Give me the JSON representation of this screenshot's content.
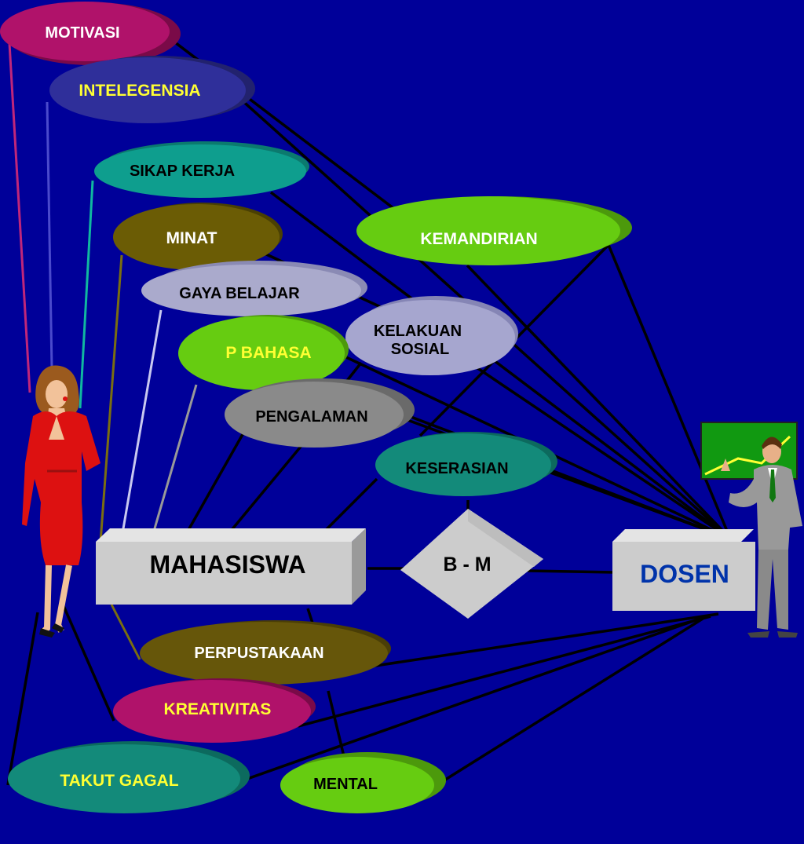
{
  "colors": {
    "background": "#000099",
    "connector": "#000000"
  },
  "nodes": {
    "motivasi": {
      "label": "MOTIVASI",
      "fill": "#b0126a",
      "text_color": "#ffffff"
    },
    "intelegensia": {
      "label": "INTELEGENSIA",
      "fill": "#2f2f9a",
      "text_color": "#ffff33"
    },
    "sikap_kerja": {
      "label": "SIKAP KERJA",
      "fill": "#0e9e8e",
      "text_color": "#000000"
    },
    "minat": {
      "label": "MINAT",
      "fill": "#6b5c05",
      "text_color": "#ffffff"
    },
    "gaya_belajar": {
      "label": "GAYA BELAJAR",
      "fill": "#aaaacc",
      "text_color": "#000000"
    },
    "p_bahasa": {
      "label": "P BAHASA",
      "fill": "#66cc11",
      "text_color": "#ffff33"
    },
    "kelakuan_sosial": {
      "line1": "KELAKUAN",
      "line2": "SOSIAL",
      "fill": "#a6a6cf",
      "text_color": "#000000"
    },
    "pengalaman": {
      "label": "PENGALAMAN",
      "fill": "#8a8a8a",
      "text_color": "#000000"
    },
    "kemandirian": {
      "label": "KEMANDIRIAN",
      "fill": "#66cc11",
      "text_color": "#ffffff"
    },
    "keserasian": {
      "label": "KESERASIAN",
      "fill": "#138a7a",
      "text_color": "#000000"
    },
    "perpustakaan": {
      "label": "PERPUSTAKAAN",
      "fill": "#66560a",
      "text_color": "#ffffff"
    },
    "kreativitas": {
      "label": "KREATIVITAS",
      "fill": "#b0126a",
      "text_color": "#ffff33"
    },
    "takut_gagal": {
      "label": "TAKUT GAGAL",
      "fill": "#138a7a",
      "text_color": "#ffff33"
    },
    "mental": {
      "label": "MENTAL",
      "fill": "#66cc11",
      "text_color": "#000000"
    }
  },
  "boxes": {
    "mahasiswa": {
      "label": "MAHASISWA",
      "fill": "#cccccc",
      "text_color": "#000000"
    },
    "bm": {
      "label": "B - M",
      "fill": "#cccccc",
      "text_color": "#000000"
    },
    "dosen": {
      "label": "DOSEN",
      "fill": "#cccccc",
      "text_color": "#0033aa"
    }
  },
  "figures": {
    "student": {
      "icon": "woman-in-red-suit-icon",
      "dress_color": "#dd1111"
    },
    "lecturer": {
      "icon": "man-presenting-chart-icon",
      "board_color": "#119911",
      "suit_color": "#999999"
    }
  }
}
